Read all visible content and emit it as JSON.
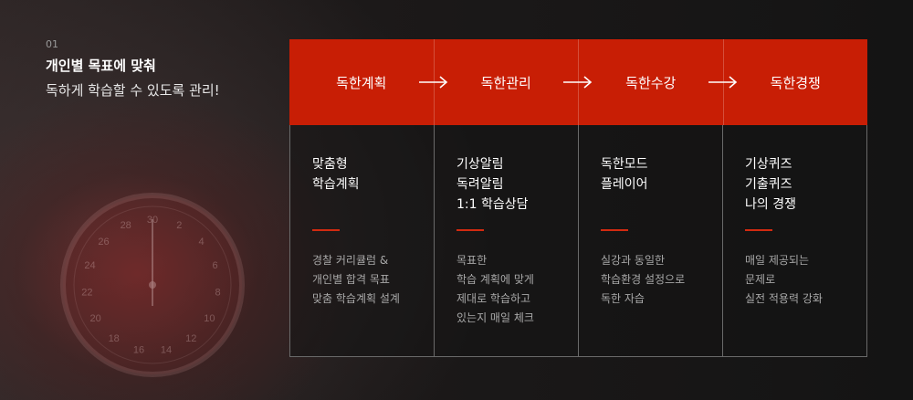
{
  "intro": {
    "number": "01",
    "title": "개인별 목표에 맞춰",
    "subtitle": "독하게 학습할 수 있도록 관리!"
  },
  "colors": {
    "accent": "#c81e05",
    "background": "#151515"
  },
  "steps": [
    {
      "header": "독한계획",
      "feature": [
        "맞춤형",
        "학습계획"
      ],
      "description": [
        "경찰 커리큘럼 &",
        "개인별 합격 목표",
        "맞춤 학습계획 설계"
      ]
    },
    {
      "header": "독한관리",
      "feature": [
        "기상알림",
        "독려알림",
        "1:1 학습상담"
      ],
      "description": [
        "목표한",
        "학습 계획에 맞게",
        "제대로 학습하고",
        "있는지 매일 체크"
      ]
    },
    {
      "header": "독한수강",
      "feature": [
        "독한모드",
        "플레이어"
      ],
      "description": [
        "실강과 동일한",
        "학습환경 설정으로",
        "독한 자습"
      ]
    },
    {
      "header": "독한경쟁",
      "feature": [
        "기상퀴즈",
        "기출퀴즈",
        "나의 경쟁"
      ],
      "description": [
        "매일 제공되는",
        "문제로",
        "실전 적용력 강화"
      ]
    }
  ],
  "arrow_icon": "arrow-right-icon",
  "stopwatch_numbers": [
    "30",
    "2",
    "4",
    "6",
    "8",
    "10",
    "12",
    "14",
    "16",
    "18",
    "20",
    "22",
    "24",
    "26",
    "28"
  ]
}
